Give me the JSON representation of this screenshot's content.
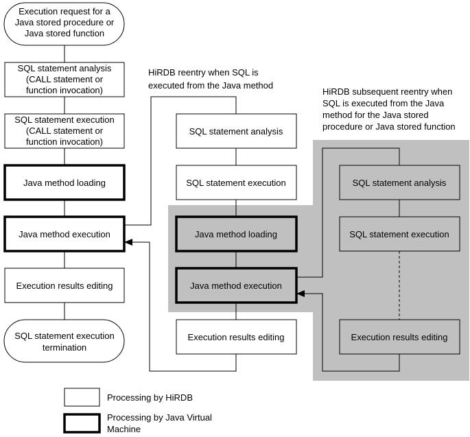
{
  "colors": {
    "shade": "#c0c0c0",
    "box": "#ffffff",
    "line": "#000000"
  },
  "column1": {
    "start": [
      "Execution request for a",
      "Java stored procedure or",
      "Java stored function"
    ],
    "analysis": [
      "SQL statement analysis",
      "(CALL statement or",
      "function invocation)"
    ],
    "execution": [
      "SQL statement execution",
      "(CALL statement or",
      "function invocation)"
    ],
    "java_loading": "Java method loading",
    "java_execution": "Java method execution",
    "results_editing": "Execution results editing",
    "end": [
      "SQL statement execution",
      "termination"
    ]
  },
  "column2": {
    "caption": [
      "HiRDB reentry when SQL is",
      "executed from the Java method"
    ],
    "analysis": "SQL statement analysis",
    "execution": "SQL statement execution",
    "java_loading": "Java method loading",
    "java_execution": "Java method execution",
    "results_editing": "Execution results editing"
  },
  "column3": {
    "caption": [
      "HiRDB subsequent reentry when",
      "SQL is executed from the Java",
      "method for the Java stored",
      "procedure or Java stored function"
    ],
    "analysis": "SQL statement analysis",
    "execution": "SQL statement execution",
    "results_editing": "Execution results editing"
  },
  "legend": {
    "hirdb": "Processing by HiRDB",
    "jvm": [
      "Processing by Java Virtual",
      "Machine"
    ]
  }
}
